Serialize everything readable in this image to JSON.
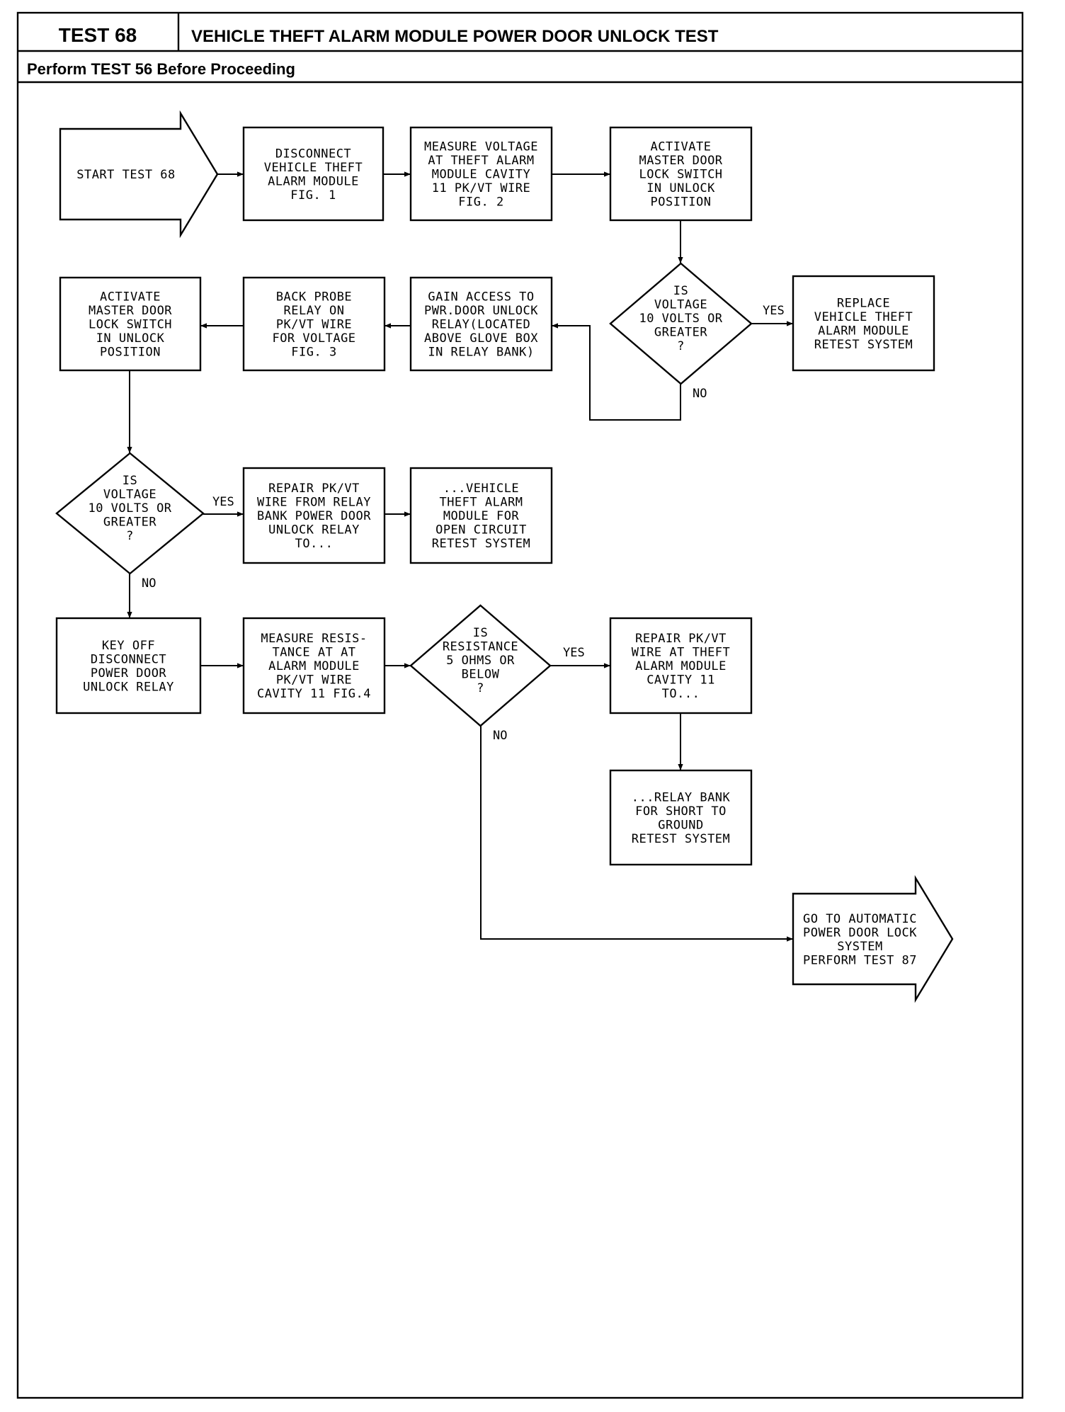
{
  "header": {
    "test_number": "TEST 68",
    "title": "VEHICLE THEFT ALARM MODULE POWER DOOR UNLOCK TEST",
    "subtitle": "Perform TEST 56 Before Proceeding"
  },
  "nodes": [
    {
      "id": "start",
      "kind": "arrow",
      "lines": [
        "START TEST 68"
      ]
    },
    {
      "id": "disconnect_vtam",
      "kind": "process",
      "lines": [
        "DISCONNECT",
        "VEHICLE THEFT",
        "ALARM MODULE",
        "FIG. 1"
      ]
    },
    {
      "id": "measure_voltage_cavity",
      "kind": "process",
      "lines": [
        "MEASURE VOLTAGE",
        "AT THEFT ALARM",
        "MODULE CAVITY",
        "11 PK/VT WIRE",
        "FIG. 2"
      ]
    },
    {
      "id": "activate_switch_1",
      "kind": "process",
      "lines": [
        "ACTIVATE",
        "MASTER DOOR",
        "LOCK SWITCH",
        "IN UNLOCK",
        "POSITION"
      ]
    },
    {
      "id": "decision_voltage_1",
      "kind": "decision",
      "lines": [
        "IS",
        "VOLTAGE",
        "10 VOLTS OR",
        "GREATER",
        "?"
      ]
    },
    {
      "id": "replace_vtam",
      "kind": "process",
      "lines": [
        "REPLACE",
        "VEHICLE THEFT",
        "ALARM MODULE",
        "RETEST SYSTEM"
      ]
    },
    {
      "id": "gain_access_relay",
      "kind": "process",
      "lines": [
        "GAIN ACCESS TO",
        "PWR.DOOR UNLOCK",
        "RELAY(LOCATED",
        "ABOVE GLOVE BOX",
        "IN RELAY BANK)"
      ]
    },
    {
      "id": "back_probe_relay",
      "kind": "process",
      "lines": [
        "BACK PROBE",
        "RELAY ON",
        "PK/VT WIRE",
        "FOR VOLTAGE",
        "FIG. 3"
      ]
    },
    {
      "id": "activate_switch_2",
      "kind": "process",
      "lines": [
        "ACTIVATE",
        "MASTER DOOR",
        "LOCK SWITCH",
        "IN UNLOCK",
        "POSITION"
      ]
    },
    {
      "id": "decision_voltage_2",
      "kind": "decision",
      "lines": [
        "IS",
        "VOLTAGE",
        "10 VOLTS OR",
        "GREATER",
        "?"
      ]
    },
    {
      "id": "repair_wire_relay",
      "kind": "process",
      "lines": [
        "REPAIR PK/VT",
        "WIRE FROM RELAY",
        "BANK POWER DOOR",
        "UNLOCK RELAY",
        "TO..."
      ]
    },
    {
      "id": "open_circuit",
      "kind": "process",
      "lines": [
        "...VEHICLE",
        "THEFT ALARM",
        "MODULE FOR",
        "OPEN CIRCUIT",
        "RETEST SYSTEM"
      ]
    },
    {
      "id": "key_off_disconnect",
      "kind": "process",
      "lines": [
        "KEY OFF",
        "DISCONNECT",
        "POWER DOOR",
        "UNLOCK RELAY"
      ]
    },
    {
      "id": "measure_resistance",
      "kind": "process",
      "lines": [
        "MEASURE RESIS-",
        "TANCE AT AT",
        "ALARM MODULE",
        "PK/VT WIRE",
        "CAVITY 11 FIG.4"
      ]
    },
    {
      "id": "decision_resistance",
      "kind": "decision",
      "lines": [
        "IS",
        "RESISTANCE",
        "5 OHMS OR",
        "BELOW",
        "?"
      ]
    },
    {
      "id": "repair_wire_vtam",
      "kind": "process",
      "lines": [
        "REPAIR PK/VT",
        "WIRE AT THEFT",
        "ALARM MODULE",
        "CAVITY 11",
        "TO..."
      ]
    },
    {
      "id": "short_ground",
      "kind": "process",
      "lines": [
        "...RELAY BANK",
        "FOR SHORT TO",
        "GROUND",
        "RETEST SYSTEM"
      ]
    },
    {
      "id": "goto_auto_lock",
      "kind": "arrow",
      "lines": [
        "GO TO AUTOMATIC",
        "POWER DOOR LOCK",
        "SYSTEM",
        "PERFORM TEST 87"
      ]
    }
  ],
  "edges": [
    {
      "from": "start",
      "to": "disconnect_vtam",
      "label": ""
    },
    {
      "from": "disconnect_vtam",
      "to": "measure_voltage_cavity",
      "label": ""
    },
    {
      "from": "measure_voltage_cavity",
      "to": "activate_switch_1",
      "label": ""
    },
    {
      "from": "activate_switch_1",
      "to": "decision_voltage_1",
      "label": ""
    },
    {
      "from": "decision_voltage_1",
      "to": "replace_vtam",
      "label": "YES"
    },
    {
      "from": "decision_voltage_1",
      "to": "gain_access_relay",
      "label": "NO"
    },
    {
      "from": "gain_access_relay",
      "to": "back_probe_relay",
      "label": ""
    },
    {
      "from": "back_probe_relay",
      "to": "activate_switch_2",
      "label": ""
    },
    {
      "from": "activate_switch_2",
      "to": "decision_voltage_2",
      "label": ""
    },
    {
      "from": "decision_voltage_2",
      "to": "repair_wire_relay",
      "label": "YES"
    },
    {
      "from": "repair_wire_relay",
      "to": "open_circuit",
      "label": ""
    },
    {
      "from": "decision_voltage_2",
      "to": "key_off_disconnect",
      "label": "NO"
    },
    {
      "from": "key_off_disconnect",
      "to": "measure_resistance",
      "label": ""
    },
    {
      "from": "measure_resistance",
      "to": "decision_resistance",
      "label": ""
    },
    {
      "from": "decision_resistance",
      "to": "repair_wire_vtam",
      "label": "YES"
    },
    {
      "from": "repair_wire_vtam",
      "to": "short_ground",
      "label": ""
    },
    {
      "from": "decision_resistance",
      "to": "goto_auto_lock",
      "label": "NO"
    }
  ]
}
